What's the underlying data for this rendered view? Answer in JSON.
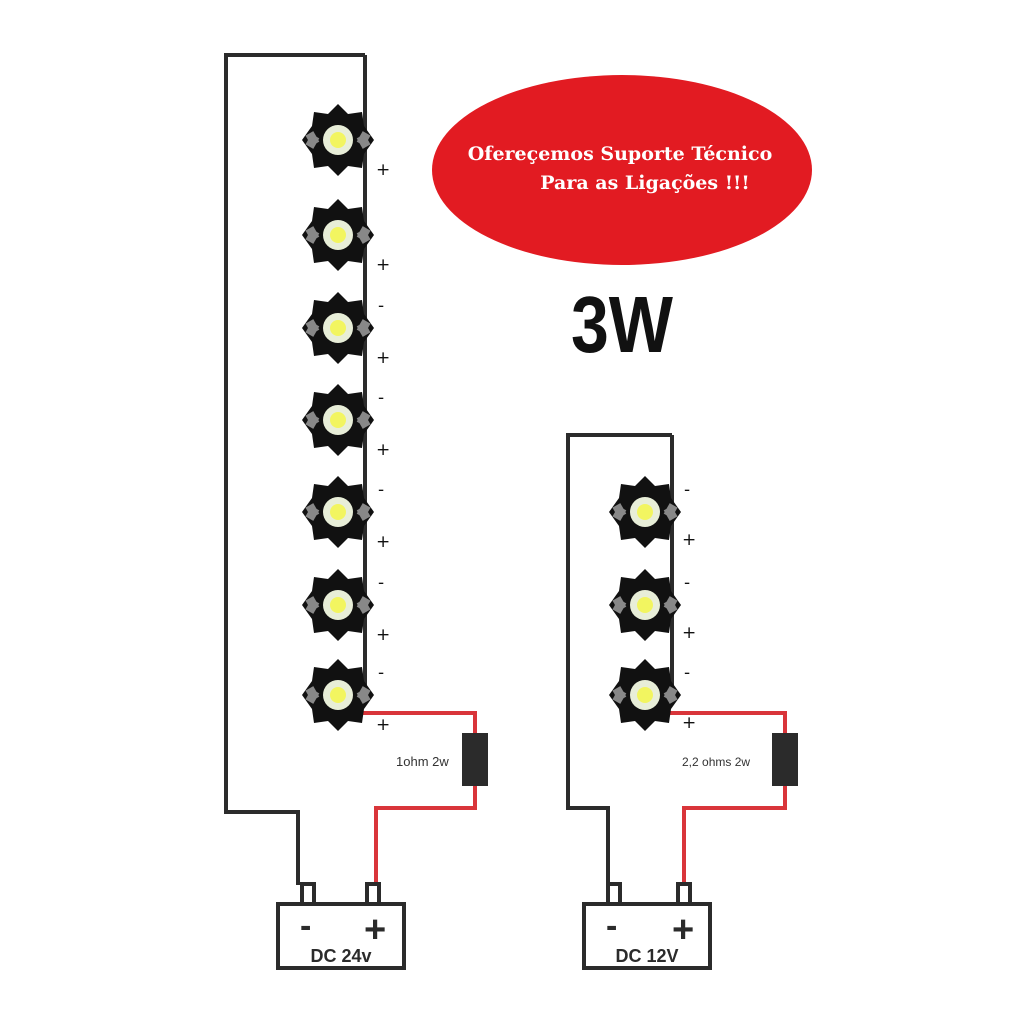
{
  "banner": {
    "line1": "Ofereçemos Suporte Técnico",
    "line2": "Para as Ligações !!!",
    "color": "#e21b22"
  },
  "power_title": "3W",
  "circuits": [
    {
      "name": "24v",
      "battery_label": "DC 24v",
      "resistor_label": "1ohm 2w",
      "led_count": 7,
      "neg_symbol": "-",
      "pos_symbol": "+"
    },
    {
      "name": "12v",
      "battery_label": "DC 12V",
      "resistor_label": "2,2 ohms 2w",
      "led_count": 3,
      "neg_symbol": "-",
      "pos_symbol": "+"
    }
  ],
  "polarity": {
    "plus": "+",
    "minus": "-"
  },
  "colors": {
    "wire": "#2b2b2b",
    "positive_wire": "#d9353a"
  }
}
